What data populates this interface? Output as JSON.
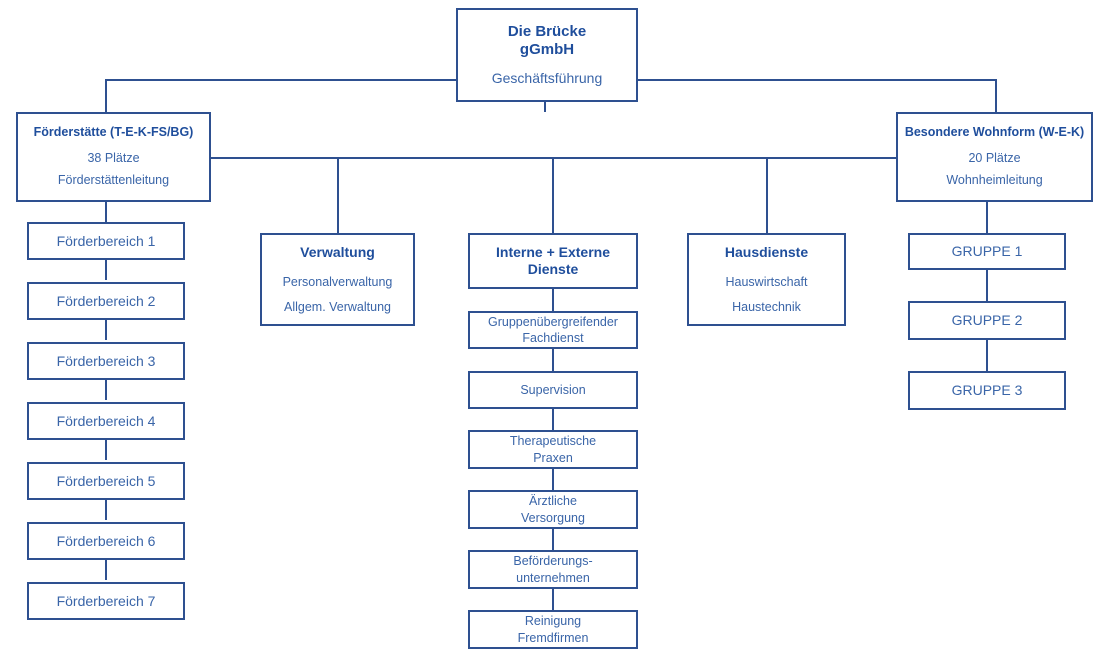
{
  "chart_data": {
    "type": "diagram",
    "title": "Die Brücke gGmbH – Organigramm",
    "diagram_kind": "organizational-chart",
    "orientation": "top-down",
    "accent_color": "#2E5090",
    "title_color": "#1F4E9C",
    "text_color": "#3A65A8",
    "background": "#ffffff",
    "nodes": [
      {
        "id": "root",
        "title": "Die Brücke\ngGmbH",
        "lines": [
          "Geschäftsführung"
        ]
      },
      {
        "id": "foerderstaette",
        "title": "Förderstätte (T-E-K-FS/BG)",
        "lines": [
          "38 Plätze",
          "Förderstättenleitung"
        ]
      },
      {
        "id": "wohnform",
        "title": "Besondere Wohnform (W-E-K)",
        "lines": [
          "20 Plätze",
          "Wohnheimleitung"
        ]
      },
      {
        "id": "verwaltung",
        "title": "Verwaltung",
        "lines": [
          "Personalverwaltung",
          "Allgem. Verwaltung"
        ]
      },
      {
        "id": "dienste",
        "title": "Interne + Externe\nDienste",
        "lines": []
      },
      {
        "id": "hausdienste",
        "title": "Hausdienste",
        "lines": [
          "Hauswirtschaft",
          "Haustechnik"
        ]
      }
    ],
    "edges": [
      {
        "from": "root",
        "to": "foerderstaette"
      },
      {
        "from": "root",
        "to": "wohnform"
      },
      {
        "from": "foerderstaette",
        "to": "verwaltung"
      },
      {
        "from": "foerderstaette",
        "to": "dienste"
      },
      {
        "from": "foerderstaette",
        "to": "hausdienste"
      },
      {
        "from": "foerderstaette",
        "to": "wohnform"
      }
    ]
  },
  "root": {
    "title_line1": "Die Brücke",
    "title_line2": "gGmbH",
    "subtitle": "Geschäftsführung"
  },
  "foerderstaette": {
    "title": "Förderstätte (T-E-K-FS/BG)",
    "capacity": "38 Plätze",
    "leadership": "Förderstättenleitung"
  },
  "wohnform": {
    "title": "Besondere Wohnform (W-E-K)",
    "capacity": "20 Plätze",
    "leadership": "Wohnheimleitung"
  },
  "foerderbereiche": [
    {
      "label": "Förderbereich 1"
    },
    {
      "label": "Förderbereich 2"
    },
    {
      "label": "Förderbereich 3"
    },
    {
      "label": "Förderbereich 4"
    },
    {
      "label": "Förderbereich 5"
    },
    {
      "label": "Förderbereich 6"
    },
    {
      "label": "Förderbereich 7"
    }
  ],
  "verwaltung": {
    "title": "Verwaltung",
    "item1": "Personalverwaltung",
    "item2": "Allgem. Verwaltung"
  },
  "dienste": {
    "title_line1": "Interne + Externe",
    "title_line2": "Dienste",
    "children": [
      {
        "line1": "Gruppenübergreifender",
        "line2": "Fachdienst"
      },
      {
        "line1": "Supervision",
        "line2": ""
      },
      {
        "line1": "Therapeutische",
        "line2": "Praxen"
      },
      {
        "line1": "Ärztliche",
        "line2": "Versorgung"
      },
      {
        "line1": "Beförderungs-",
        "line2": "unternehmen"
      },
      {
        "line1": "Reinigung",
        "line2": "Fremdfirmen"
      }
    ]
  },
  "hausdienste": {
    "title": "Hausdienste",
    "item1": "Hauswirtschaft",
    "item2": "Haustechnik"
  },
  "gruppen": [
    {
      "label": "GRUPPE 1"
    },
    {
      "label": "GRUPPE 2"
    },
    {
      "label": "GRUPPE 3"
    }
  ]
}
